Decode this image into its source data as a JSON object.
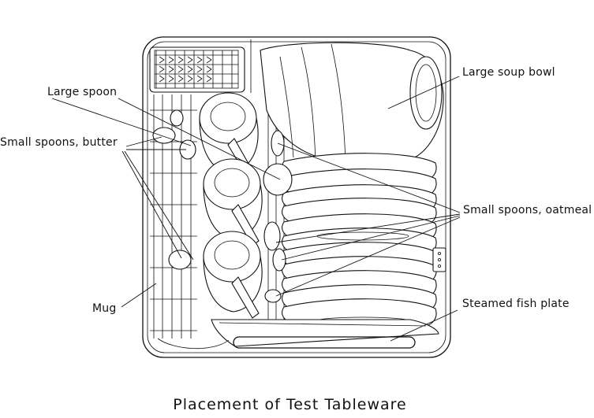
{
  "labels": {
    "large_spoon": "Large spoon",
    "small_spoons_butter": "Small spoons, butter",
    "mug": "Mug",
    "large_soup_bowl": "Large soup bowl",
    "small_spoons_oatmeal": "Small spoons, oatmeal",
    "steamed_fish_plate": "Steamed fish plate"
  },
  "caption": "Placement of Test Tableware",
  "colors": {
    "line": "#111111",
    "background": "#ffffff"
  }
}
